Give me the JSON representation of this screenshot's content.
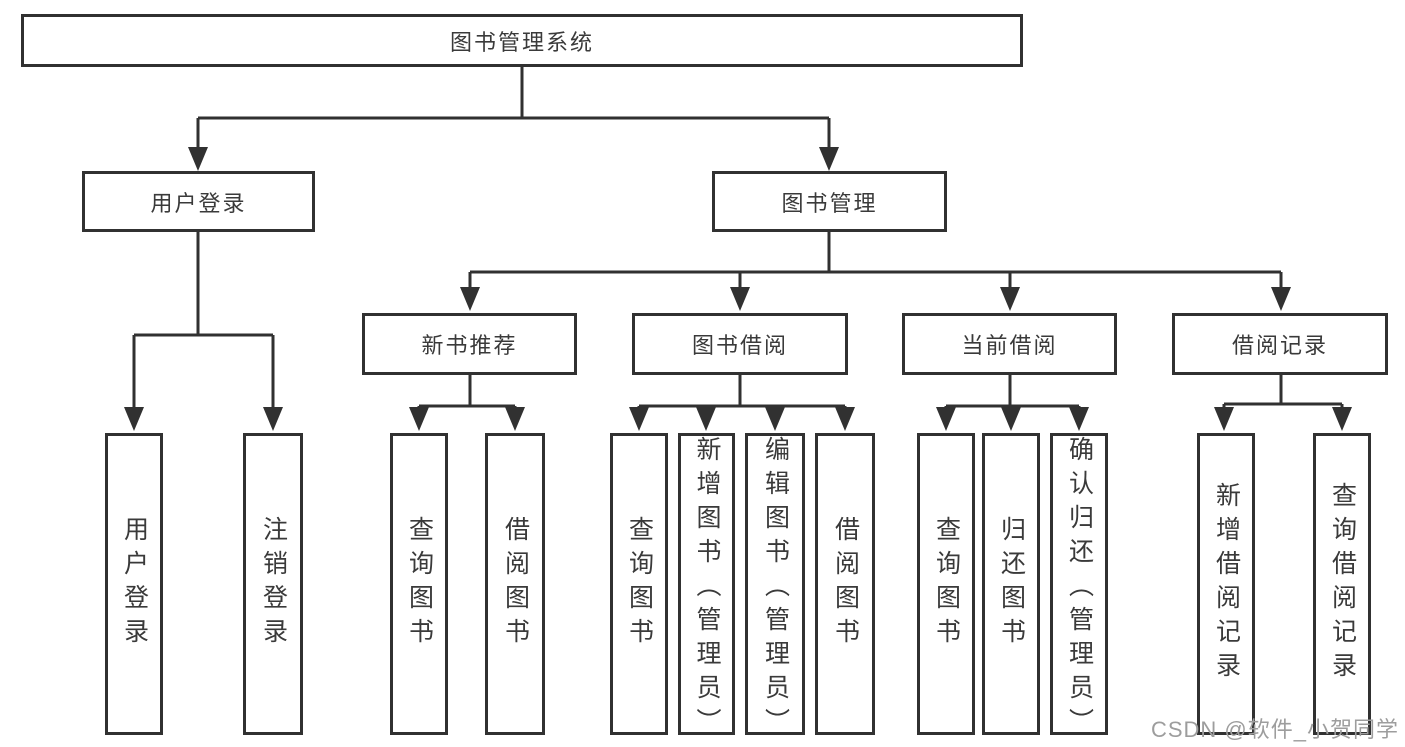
{
  "diagram": {
    "type": "tree-structure-diagram",
    "colors": {
      "line": "#313131",
      "box_border": "#313131",
      "box_background": "#ffffff",
      "text": "#3a3a3a",
      "watermark": "#9d9d9d"
    },
    "root": {
      "label": "图书管理系统"
    },
    "level1": [
      {
        "label": "用户登录"
      },
      {
        "label": "图书管理"
      }
    ],
    "level2": [
      {
        "label": "新书推荐",
        "parent": "图书管理"
      },
      {
        "label": "图书借阅",
        "parent": "图书管理"
      },
      {
        "label": "当前借阅",
        "parent": "图书管理"
      },
      {
        "label": "借阅记录",
        "parent": "图书管理"
      }
    ],
    "leaves": [
      {
        "label": "用户登录",
        "parent": "用户登录"
      },
      {
        "label": "注销登录",
        "parent": "用户登录"
      },
      {
        "label": "查询图书",
        "parent": "新书推荐"
      },
      {
        "label": "借阅图书",
        "parent": "新书推荐"
      },
      {
        "label": "查询图书",
        "parent": "图书借阅"
      },
      {
        "label": "新增图书（管理员）",
        "parent": "图书借阅"
      },
      {
        "label": "编辑图书（管理员）",
        "parent": "图书借阅"
      },
      {
        "label": "借阅图书",
        "parent": "图书借阅"
      },
      {
        "label": "查询图书",
        "parent": "当前借阅"
      },
      {
        "label": "归还图书",
        "parent": "当前借阅"
      },
      {
        "label": "确认归还（管理员）",
        "parent": "当前借阅"
      },
      {
        "label": "新增借阅记录",
        "parent": "借阅记录"
      },
      {
        "label": "查询借阅记录",
        "parent": "借阅记录"
      }
    ],
    "watermark": "CSDN @软件_小贺同学"
  }
}
